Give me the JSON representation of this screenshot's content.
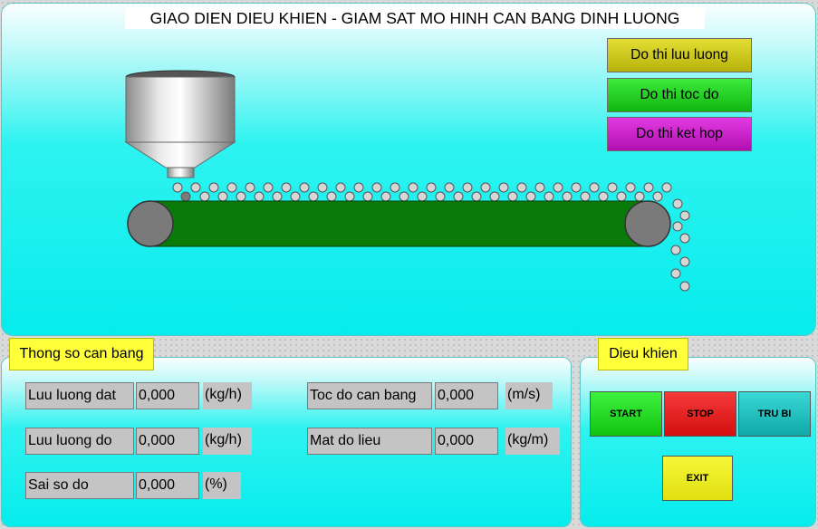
{
  "title": "GIAO DIEN DIEU KHIEN - GIAM SAT MO HINH CAN BANG DINH LUONG",
  "graph_buttons": {
    "flow": "Do thi luu luong",
    "speed": "Do thi toc do",
    "combined": "Do thi ket hop"
  },
  "params_section": {
    "label": "Thong so can bang",
    "fields": [
      {
        "label": "Luu luong dat",
        "value": "0,000",
        "unit": "(kg/h)"
      },
      {
        "label": "Luu luong do",
        "value": "0,000",
        "unit": "(kg/h)"
      },
      {
        "label": "Sai so do",
        "value": "0,000",
        "unit": "(%)"
      },
      {
        "label": "Toc do can bang",
        "value": "0,000",
        "unit": "(m/s)"
      },
      {
        "label": "Mat do lieu",
        "value": "0,000",
        "unit": "(kg/m)"
      }
    ]
  },
  "control_section": {
    "label": "Dieu khien",
    "start": "START",
    "stop": "STOP",
    "trubi": "TRU BI",
    "exit": "EXIT"
  },
  "colors": {
    "panel": "#06ecec",
    "belt": "#0a7a0a",
    "roller": "#7a7a7a",
    "particle": "#d6d6d6"
  }
}
